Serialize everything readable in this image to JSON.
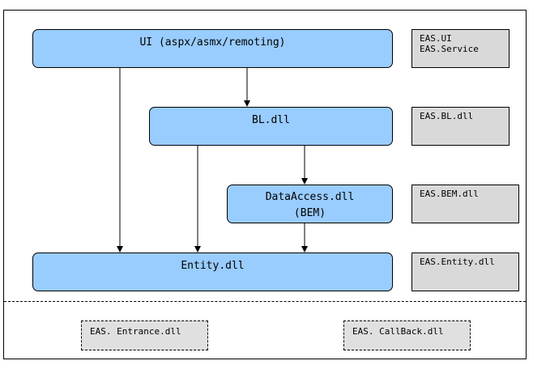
{
  "layers": {
    "ui": {
      "label": "UI (aspx/asmx/remoting)"
    },
    "bl": {
      "label": "BL.dll"
    },
    "dataaccess": {
      "label": "DataAccess.dll",
      "sublabel": "(BEM)"
    },
    "entity": {
      "label": "Entity.dll"
    }
  },
  "notes": {
    "ui": {
      "line1": "EAS.UI",
      "line2": "EAS.Service"
    },
    "bl": {
      "line1": "EAS.BL.dll"
    },
    "bem": {
      "line1": "EAS.BEM.dll"
    },
    "entity": {
      "line1": "EAS.Entity.dll"
    }
  },
  "bottom": {
    "entrance": "EAS. Entrance.dll",
    "callback": "EAS. CallBack.dll"
  },
  "colors": {
    "layer_fill": "#99ccff",
    "note_fill": "#d9d9d9",
    "stroke": "#000000"
  }
}
